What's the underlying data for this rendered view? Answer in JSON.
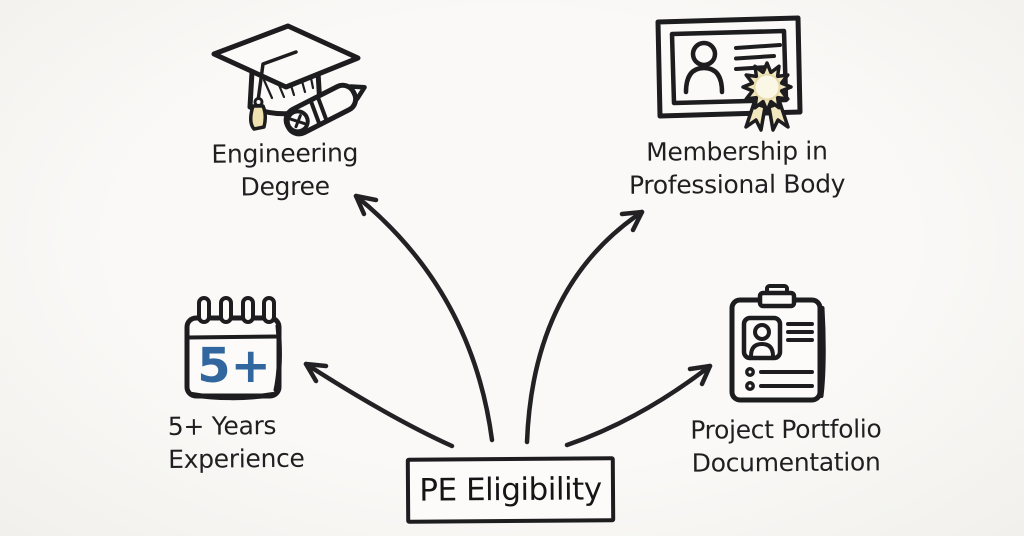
{
  "diagram": {
    "center": {
      "label": "PE Eligibility"
    },
    "nodes": {
      "engineering": {
        "line1": "Engineering",
        "line2": "Degree",
        "icon": "graduation-cap-icon"
      },
      "membership": {
        "line1": "Membership in",
        "line2": "Professional Body",
        "icon": "certificate-badge-icon"
      },
      "experience": {
        "line1": "5+ Years",
        "line2": "Experience",
        "icon": "calendar-icon",
        "badge": "5+"
      },
      "portfolio": {
        "line1": "Project Portfolio",
        "line2": "Documentation",
        "icon": "clipboard-icon"
      }
    },
    "colors": {
      "ink": "#1d1d1f",
      "background": "#f7f6f3",
      "accent_blue": "#31669e",
      "tassel_fill": "#efe2b0",
      "seal_fill": "#f1e7bf",
      "seal_center": "#fbf7e6"
    }
  }
}
